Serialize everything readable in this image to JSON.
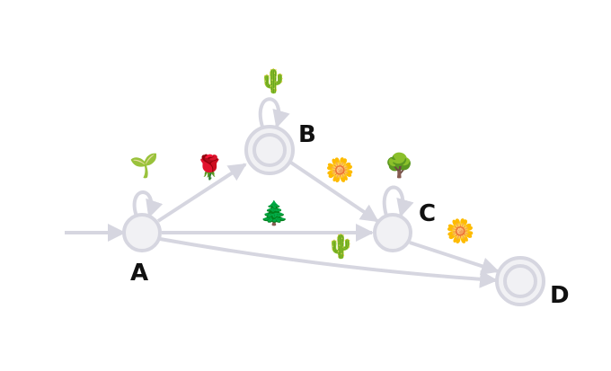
{
  "diagram": {
    "type": "finite-state-automaton",
    "colors": {
      "edge": "#d6d6e0",
      "node_fill": "#f1f1f4",
      "node_stroke": "#d6d6e0",
      "label": "#111111"
    },
    "states": [
      {
        "id": "A",
        "label": "A",
        "initial": true,
        "accepting": false
      },
      {
        "id": "B",
        "label": "B",
        "initial": false,
        "accepting": true
      },
      {
        "id": "C",
        "label": "C",
        "initial": false,
        "accepting": false
      },
      {
        "id": "D",
        "label": "D",
        "initial": false,
        "accepting": true
      }
    ],
    "transitions": [
      {
        "from": "A",
        "to": "A",
        "symbol": "🌱",
        "symbol_name": "seedling-icon"
      },
      {
        "from": "A",
        "to": "B",
        "symbol": "🌹",
        "symbol_name": "rose-icon"
      },
      {
        "from": "A",
        "to": "C",
        "symbol": "🌲",
        "symbol_name": "evergreen-tree-icon"
      },
      {
        "from": "A",
        "to": "D",
        "symbol": "🌵",
        "symbol_name": "cactus-icon"
      },
      {
        "from": "B",
        "to": "B",
        "symbol": "🌵",
        "symbol_name": "cactus-icon"
      },
      {
        "from": "B",
        "to": "C",
        "symbol": "🌼",
        "symbol_name": "blossom-icon"
      },
      {
        "from": "C",
        "to": "C",
        "symbol": "🌳",
        "symbol_name": "deciduous-tree-icon"
      },
      {
        "from": "C",
        "to": "D",
        "symbol": "🌼",
        "symbol_name": "blossom-icon"
      }
    ]
  }
}
